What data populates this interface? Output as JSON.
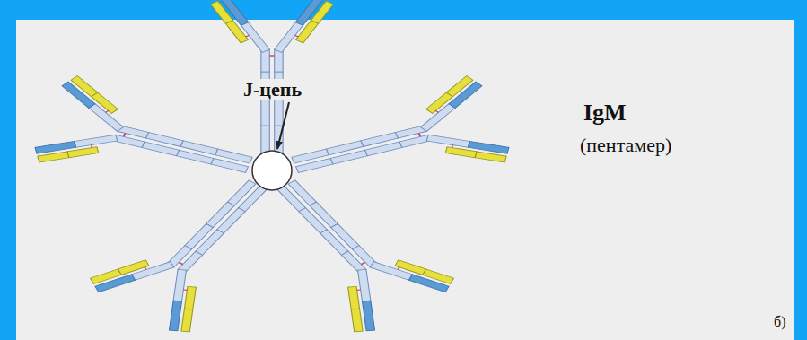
{
  "diagram": {
    "labels": [
      "J-цепь",
      "IgM",
      "(пентамер)",
      "б)"
    ]
  }
}
